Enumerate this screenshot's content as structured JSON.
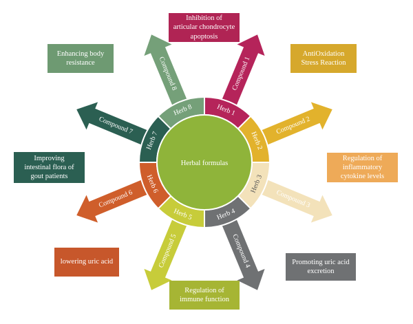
{
  "center": {
    "label": "Herbal formulas"
  },
  "herbs": [
    "Herb 1",
    "Herb 2",
    "Herb 3",
    "Herb 4",
    "Herb 5",
    "Herb 6",
    "Herb 7",
    "Herb 8"
  ],
  "compounds": [
    "Compound 1",
    "Compound 2",
    "Compound 3",
    "Compound 4",
    "Compound 5",
    "Compound 6",
    "Compound 7",
    "Compound 8"
  ],
  "effects": [
    "Inhibition of\narticular chondrocyte\napoptosis",
    "AntiOxidation\nStress Reaction",
    "Regulation of\ninflammatory\ncytokine levels",
    "Promoting uric acid\nexcretion",
    "Regulation of\nimmune function",
    "lowering uric acid",
    "Improving\nintestinal flora of\ngout patients",
    "Enhancing body\nresistance"
  ],
  "colors": {
    "segments": [
      "#b5245a",
      "#e2b22c",
      "#f3e2ba",
      "#6f7173",
      "#c7cc3a",
      "#cf5e2b",
      "#2b5f52",
      "#75a079"
    ],
    "boxes": [
      "#b02454",
      "#d6a82c",
      "#eeaa58",
      "#6f7173",
      "#a6b534",
      "#c7572b",
      "#2b5f52",
      "#6e9a72"
    ],
    "inner_circle": "#8fb43a",
    "segment_text": [
      "#ffffff",
      "#ffffff",
      "#555555",
      "#ffffff",
      "#ffffff",
      "#ffffff",
      "#ffffff",
      "#ffffff"
    ]
  }
}
